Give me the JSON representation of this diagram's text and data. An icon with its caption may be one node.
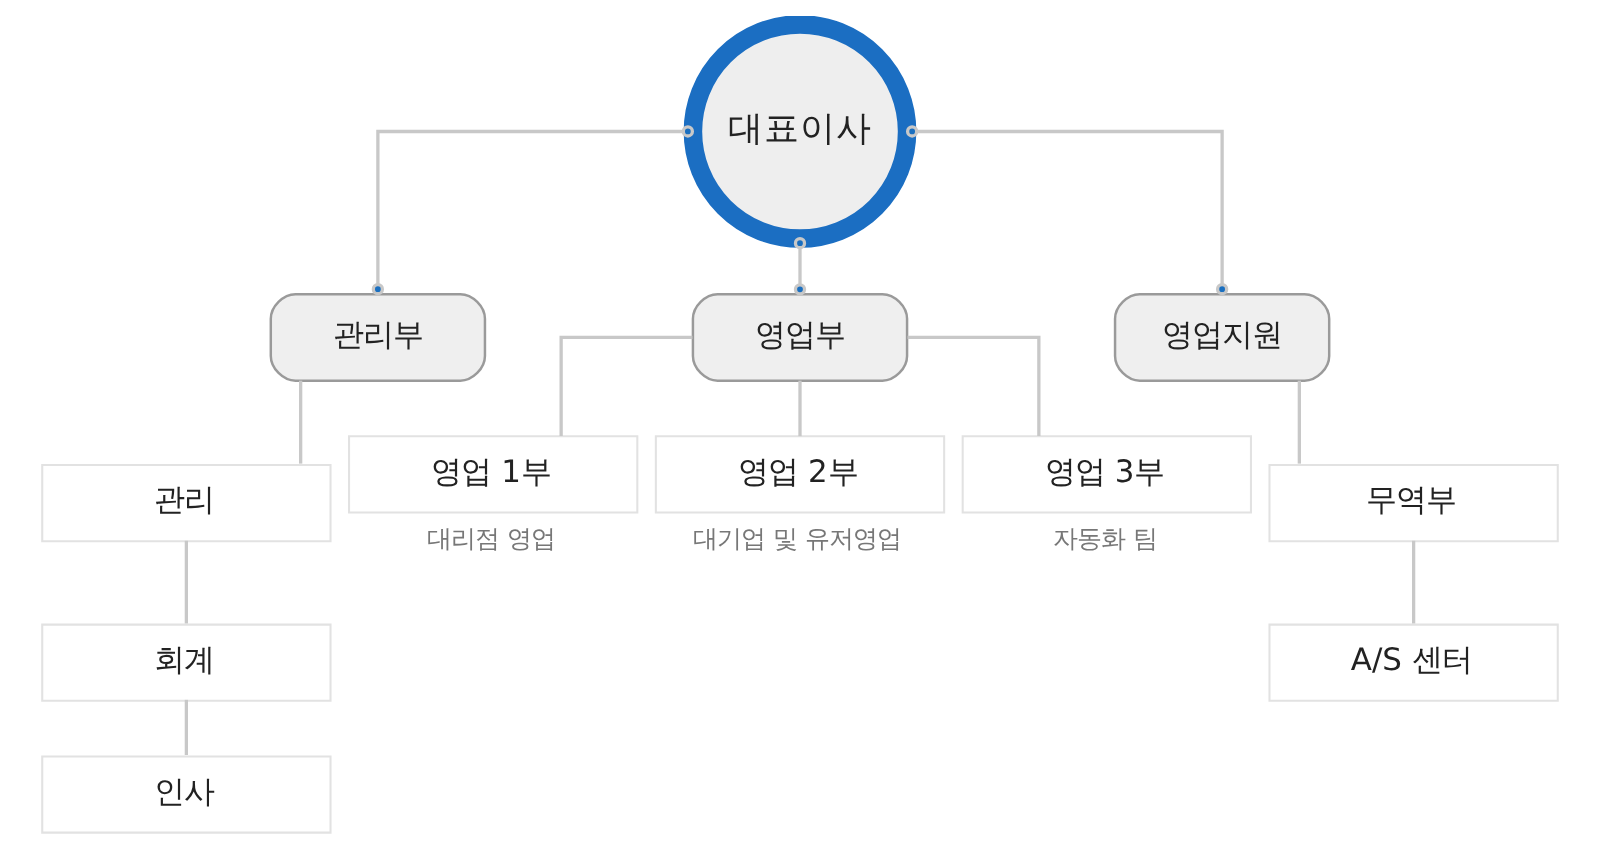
{
  "diagram": {
    "nodes": [
      {
        "text": [
          "대표이사"
        ]
      },
      {
        "text": [
          "관리부"
        ]
      },
      {
        "text": [
          "영업부"
        ]
      },
      {
        "text": [
          "영업지원"
        ]
      },
      {
        "text": [
          "관리"
        ]
      },
      {
        "text": [
          "회계"
        ]
      },
      {
        "text": [
          "인사"
        ]
      },
      {
        "text": [
          "영업 1부"
        ],
        "beside": [
          "대리점 영업"
        ]
      },
      {
        "text": [
          "영업 2부"
        ],
        "beside": [
          "대기업 및 유저영업"
        ]
      },
      {
        "text": [
          "영업 3부"
        ],
        "beside": [
          "자동화 팀"
        ]
      },
      {
        "text": [
          "무역부"
        ]
      },
      {
        "text": [
          "A/S 센터"
        ]
      }
    ],
    "edges": [
      {
        "from": 0,
        "to": 1,
        "arrow": "other"
      },
      {
        "from": 0,
        "to": 2,
        "arrow": "other"
      },
      {
        "from": 0,
        "to": 3,
        "arrow": "other"
      },
      {
        "from": 1,
        "to": 4,
        "arrow": "none"
      },
      {
        "from": 4,
        "to": 5,
        "arrow": "none"
      },
      {
        "from": 5,
        "to": 6,
        "arrow": "none"
      },
      {
        "from": 2,
        "to": 7,
        "arrow": "none"
      },
      {
        "from": 2,
        "to": 8,
        "arrow": "none"
      },
      {
        "from": 2,
        "to": 9,
        "arrow": "none"
      },
      {
        "from": 3,
        "to": 10,
        "arrow": "none"
      },
      {
        "from": 10,
        "to": 11,
        "arrow": "none"
      }
    ]
  }
}
